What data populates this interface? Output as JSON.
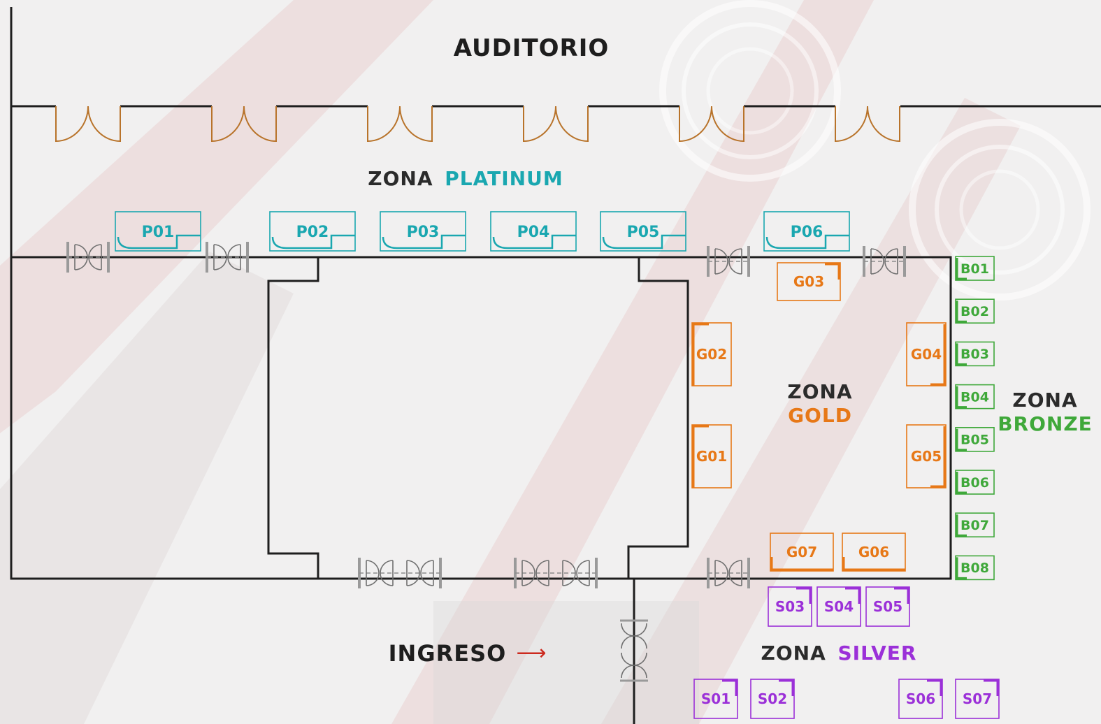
{
  "title": "AUDITORIO",
  "colors": {
    "wall": "#1e1e1e",
    "door_arc": "#b8732a",
    "platinum": "#1aa7b0",
    "gold": "#e77817",
    "bronze": "#3fa83a",
    "silver": "#9b30d8",
    "arrow": "#cc2a1e",
    "turnstile": "#9a9a9a"
  },
  "zones": {
    "platinum": {
      "prefix": "ZONA",
      "name": "PLATINUM"
    },
    "gold": {
      "prefix": "ZONA",
      "name": "GOLD"
    },
    "bronze": {
      "prefix": "ZONA",
      "name": "BRONZE"
    },
    "silver": {
      "prefix": "ZONA",
      "name": "SILVER"
    }
  },
  "entrance": {
    "label": "INGRESO",
    "arrow": "⟶"
  },
  "booths": {
    "platinum": [
      "P01",
      "P02",
      "P03",
      "P04",
      "P05",
      "P06"
    ],
    "gold": [
      "G01",
      "G02",
      "G03",
      "G04",
      "G05",
      "G06",
      "G07"
    ],
    "bronze": [
      "B01",
      "B02",
      "B03",
      "B04",
      "B05",
      "B06",
      "B07",
      "B08"
    ],
    "silver": [
      "S01",
      "S02",
      "S03",
      "S04",
      "S05",
      "S06",
      "S07"
    ]
  }
}
